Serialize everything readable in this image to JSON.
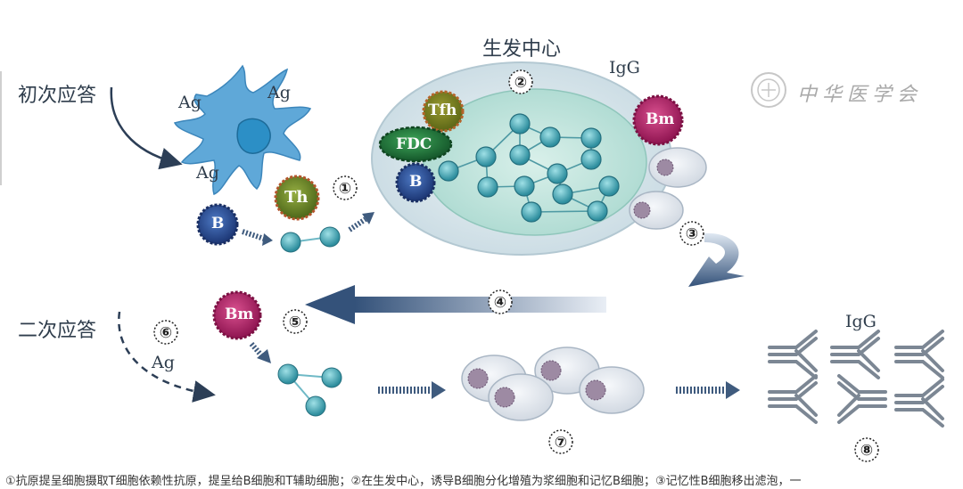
{
  "labels": {
    "primary_response": "初次应答",
    "secondary_response": "二次应答",
    "germinal_center": "生发中心",
    "igg_top": "IgG",
    "igg_bottom": "IgG",
    "ag_1": "Ag",
    "ag_2": "Ag",
    "ag_3": "Ag",
    "ag_4": "Ag",
    "th": "Th",
    "tfh": "Tfh",
    "fdc": "FDC",
    "b_1": "B",
    "b_2": "B",
    "bm_1": "Bm",
    "bm_2": "Bm"
  },
  "steps": [
    "①",
    "②",
    "③",
    "④",
    "⑤",
    "⑥",
    "⑦",
    "⑧"
  ],
  "caption": "①抗原提呈细胞摄取T细胞依赖性抗原，提呈给B细胞和T辅助细胞；②在生发中心，诱导B细胞分化增殖为浆细胞和记忆B细胞；③记忆性B细胞移出滤泡，一",
  "watermark": "中华医学会",
  "colors": {
    "dendritic": "#5fa8d8",
    "germinal_outer": "#d8e6ec",
    "germinal_inner": "#bfe3dc",
    "b_cell": "#2a4f9a",
    "th_cell": "#6f8c2e",
    "memory_cell": "#c0246e",
    "arrow": "#3f5b7e"
  }
}
